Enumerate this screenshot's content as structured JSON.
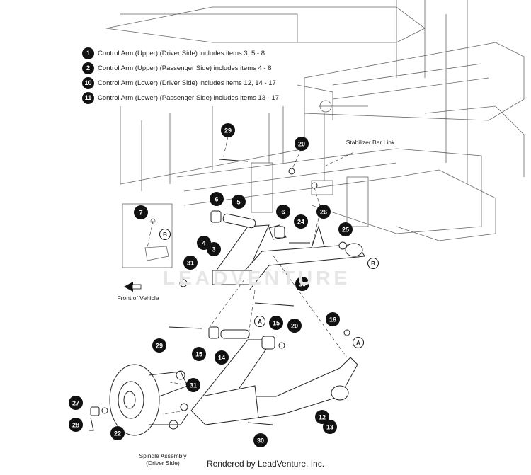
{
  "legend": [
    {
      "num": "1",
      "text": "Control Arm (Upper) (Driver Side) includes items 3, 5 - 8"
    },
    {
      "num": "2",
      "text": "Control Arm (Upper) (Passenger Side) includes items 4 - 8"
    },
    {
      "num": "10",
      "text": "Control Arm (Lower) (Driver Side) includes items 12, 14 - 17"
    },
    {
      "num": "11",
      "text": "Control Arm (Lower) (Passenger Side) includes items 13 - 17"
    }
  ],
  "labels": {
    "stabilizer": "Stabilizer Bar Link",
    "front": "Front of Vehicle",
    "spindle": "Spindle Assembly (Driver Side)"
  },
  "callouts": [
    "29",
    "20",
    "6",
    "5",
    "6",
    "24",
    "26",
    "25",
    "4",
    "3",
    "31",
    "30",
    "7",
    "16",
    "15",
    "20",
    "29",
    "15",
    "14",
    "31",
    "27",
    "28",
    "22",
    "12",
    "13",
    "30"
  ],
  "refs": [
    "B",
    "B",
    "A",
    "A"
  ],
  "watermark": "LEADVENTURE",
  "footer": "Rendered by LeadVenture, Inc."
}
